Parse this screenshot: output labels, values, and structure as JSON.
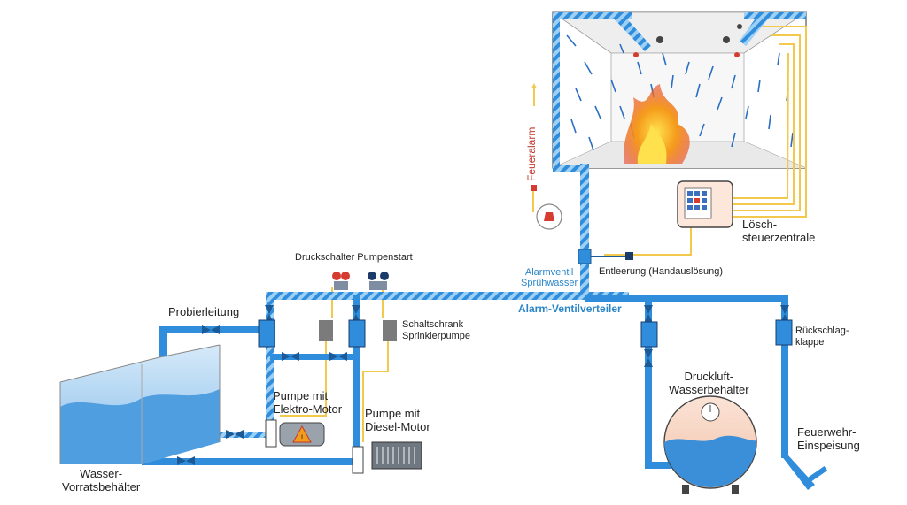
{
  "labels": {
    "feueralarm": "Feueralarm",
    "loesch_line1": "Lösch-",
    "loesch_line2": "steuerzentrale",
    "alarmventil_line1": "Alarmventil",
    "alarmventil_line2": "Sprühwasser",
    "entleerung": "Entleerung (Handauslösung)",
    "druckschalter": "Druckschalter Pumpenstart",
    "alarm_ventilverteiler": "Alarm-Ventilverteiler",
    "probierleitung": "Probierleitung",
    "schaltschrank_line1": "Schaltschrank",
    "schaltschrank_line2": "Sprinklerpumpe",
    "rueckschlag_line1": "Rückschlag-",
    "rueckschlag_line2": "klappe",
    "druckluft_line1": "Druckluft-",
    "druckluft_line2": "Wasserbehälter",
    "pumpe_elektro_line1": "Pumpe mit",
    "pumpe_elektro_line2": "Elektro-Motor",
    "pumpe_diesel_line1": "Pumpe mit",
    "pumpe_diesel_line2": "Diesel-Motor",
    "feuerwehr_line1": "Feuerwehr-",
    "feuerwehr_line2": "Einspeisung",
    "wasser_line1": "Wasser-",
    "wasser_line2": "Vorratsbehälter"
  },
  "colors": {
    "pipe": "#2f8ddb",
    "pipe_striped": "#9ed0f5",
    "signal": "#f2c94c",
    "fire": "#f39c12",
    "water": "#3b8ed8",
    "alarm_red": "#d63b2f"
  }
}
